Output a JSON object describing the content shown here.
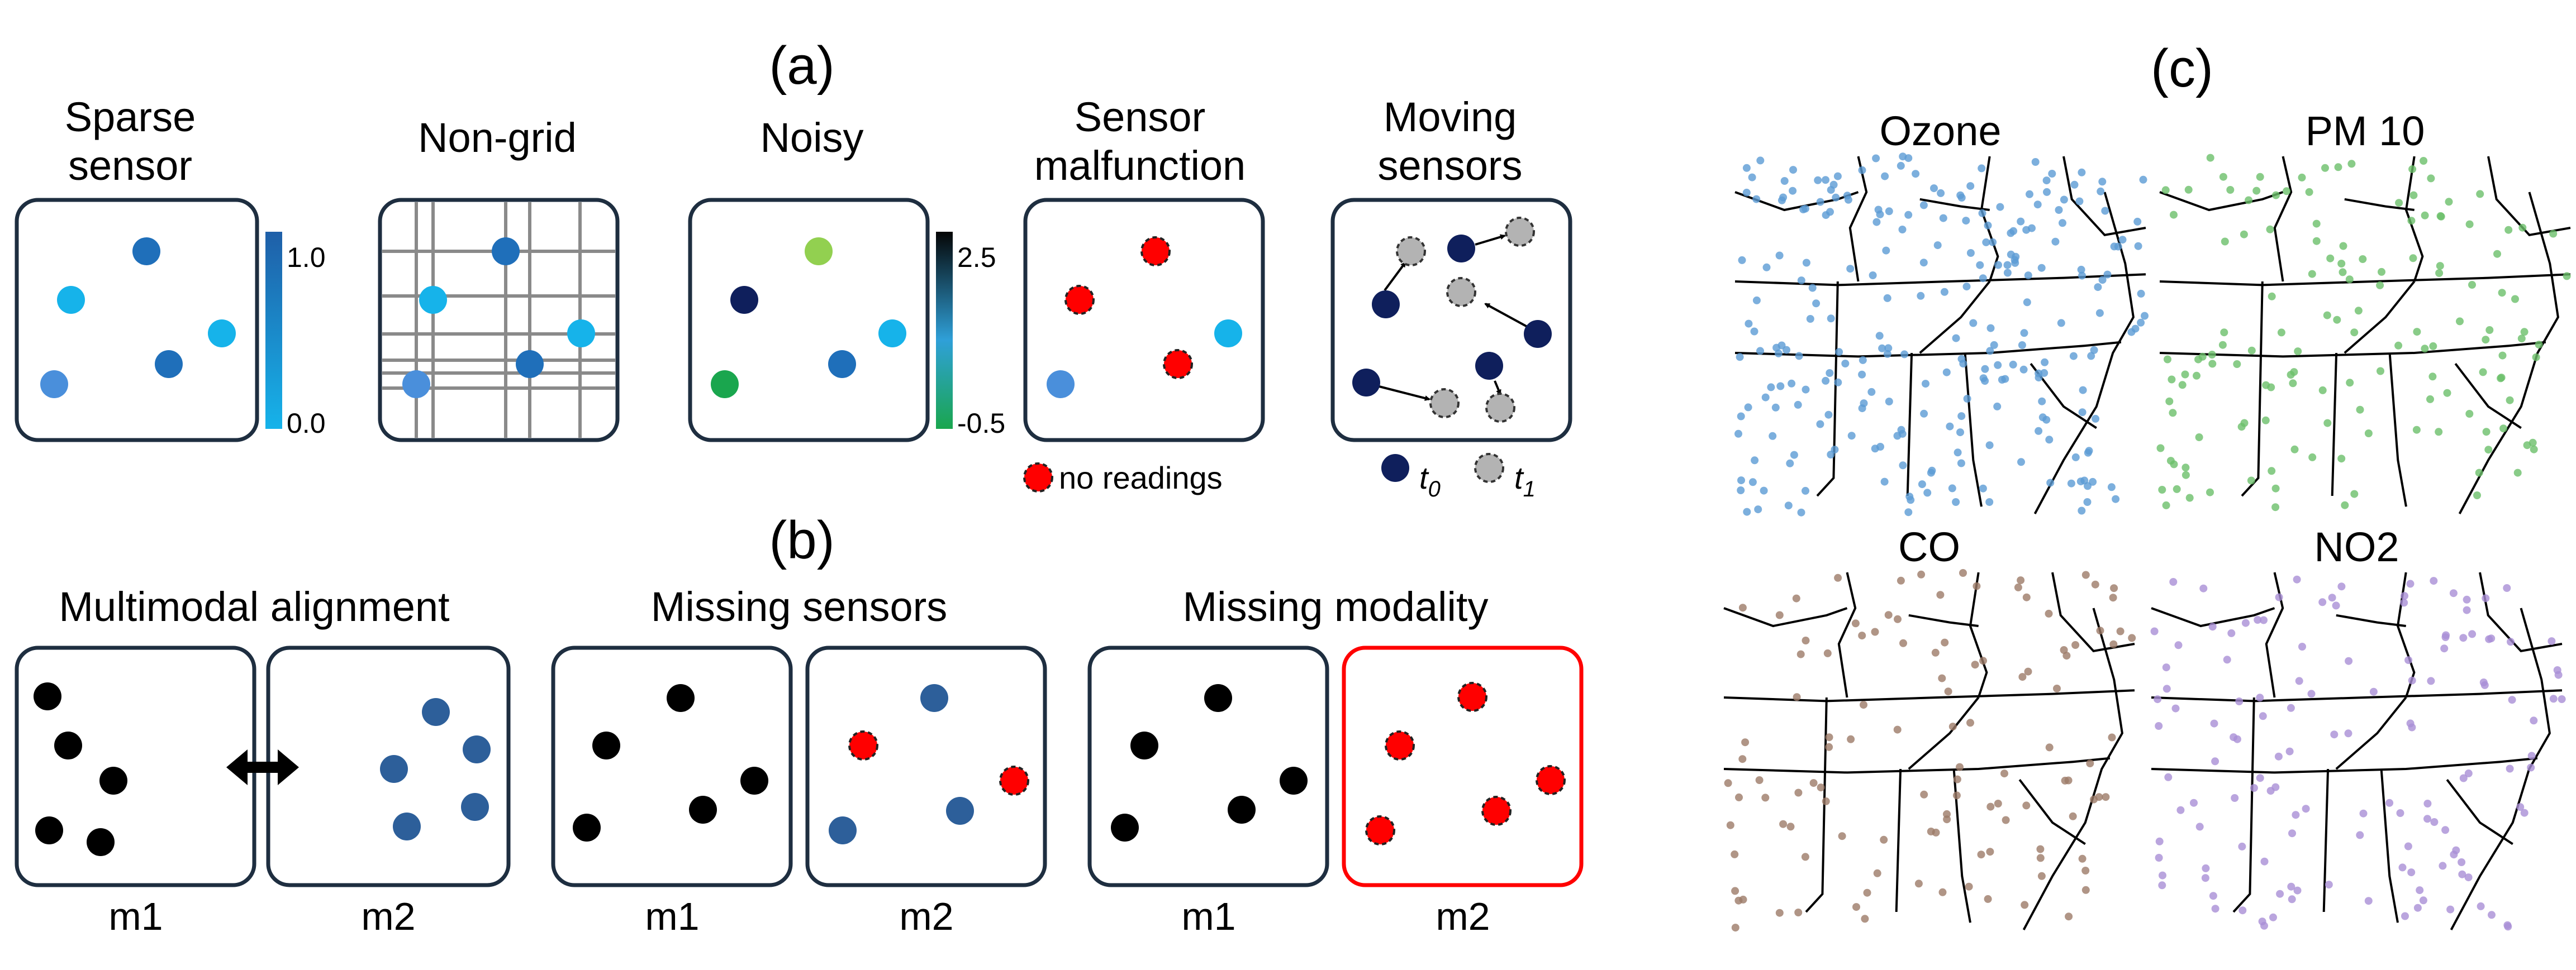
{
  "panel_labels": {
    "a": "(a)",
    "b": "(b)",
    "c": "(c)"
  },
  "row_a": {
    "sparse_sensor": {
      "title_line1": "Sparse",
      "title_line2": "sensor",
      "colorbar_max": "1.0",
      "colorbar_min": "0.0"
    },
    "non_grid": {
      "title": "Non-grid"
    },
    "noisy": {
      "title": "Noisy",
      "colorbar_max": "2.5",
      "colorbar_min": "-0.5"
    },
    "sensor_malfunction": {
      "title_line1": "Sensor",
      "title_line2": "malfunction",
      "legend": "no readings"
    },
    "moving_sensors": {
      "title_line1": "Moving",
      "title_line2": "sensors",
      "legend_t0": "t",
      "legend_t0_sub": "0",
      "legend_t1": "t",
      "legend_t1_sub": "1"
    }
  },
  "row_b": {
    "multimodal_alignment": {
      "title": "Multimodal alignment",
      "m1": "m1",
      "m2": "m2"
    },
    "missing_sensors": {
      "title": "Missing sensors",
      "m1": "m1",
      "m2": "m2"
    },
    "missing_modality": {
      "title": "Missing modality",
      "m1": "m1",
      "m2": "m2"
    }
  },
  "maps": [
    {
      "title": "Ozone",
      "color": "#5b9bd5",
      "count": 260
    },
    {
      "title": "PM 10",
      "color": "#6cbf6a",
      "count": 150
    },
    {
      "title": "CO",
      "color": "#9c7a68",
      "count": 120
    },
    {
      "title": "NO2",
      "color": "#a98fd6",
      "count": 140
    }
  ],
  "colors": {
    "dark_navy": "#0f1f5c",
    "light_blue": "#16b3ea",
    "mid_blue": "#1f6fba",
    "steel_blue": "#2d5f9a",
    "green": "#1aa64e",
    "lime": "#92d050",
    "red": "#ff0000",
    "gray_dot": "#b3b3b3",
    "panel_border": "#1e2e40",
    "missing_border": "#ff0000"
  }
}
